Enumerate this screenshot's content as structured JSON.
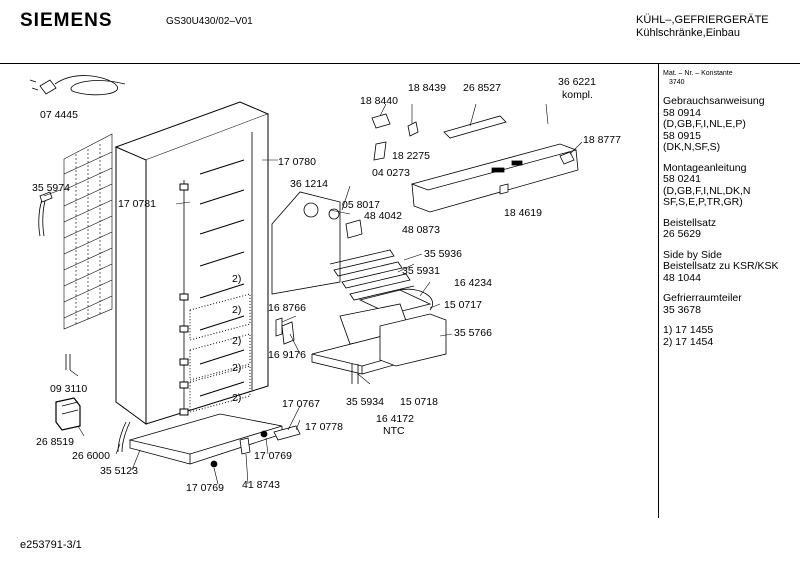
{
  "header": {
    "brand": "SIEMENS",
    "model": "GS30U430/02–V01",
    "category_line1": "KÜHL–,GEFRIERGERÄTE",
    "category_line2": "Kühlschränke,Einbau"
  },
  "footer": {
    "doc_id": "e253791-3/1"
  },
  "sidebar": {
    "mat_header": "Mat. – Nr. – Konstante",
    "mat_const": "3740",
    "blocks": [
      [
        "Gebrauchsanweisung",
        "58 0914",
        "(D,GB,F,I,NL,E,P)",
        "58 0915",
        "(DK,N,SF,S)"
      ],
      [
        "Montageanleitung",
        "58 0241",
        "(D,GB,F,I,NL,DK,N",
        "SF,S,E,P,TR,GR)"
      ],
      [
        "Beistellsatz",
        "26 5629"
      ],
      [
        "Side by Side",
        "Beistellsatz zu KSR/KSK",
        "48 1044"
      ],
      [
        "Gefrierraumteiler",
        "35 3678"
      ],
      [
        "1) 17 1455",
        "2) 17 1454"
      ]
    ]
  },
  "parts": [
    "07 4445",
    "18 8440",
    "18 8439",
    "26 8527",
    "36 6221",
    "kompl.",
    "18 8777",
    "18 2275",
    "04 0273",
    "17 0780",
    "35 5974",
    "17 0781",
    "36 1214",
    "05 8017",
    "48 4042",
    "48 0873",
    "18 4619",
    "35 5936",
    "35 5931",
    "16 4234",
    "15 0717",
    "16 8766",
    "35 5766",
    "16 9176",
    "09 3110",
    "35 5934",
    "15 0718",
    "16 4172",
    "NTC",
    "17 0767",
    "17 0778",
    "26 8519",
    "26 6000",
    "35 5123",
    "17 0769",
    "17 0769",
    "41 8743",
    "2)",
    "2)",
    "2)",
    "2)",
    "2)"
  ]
}
